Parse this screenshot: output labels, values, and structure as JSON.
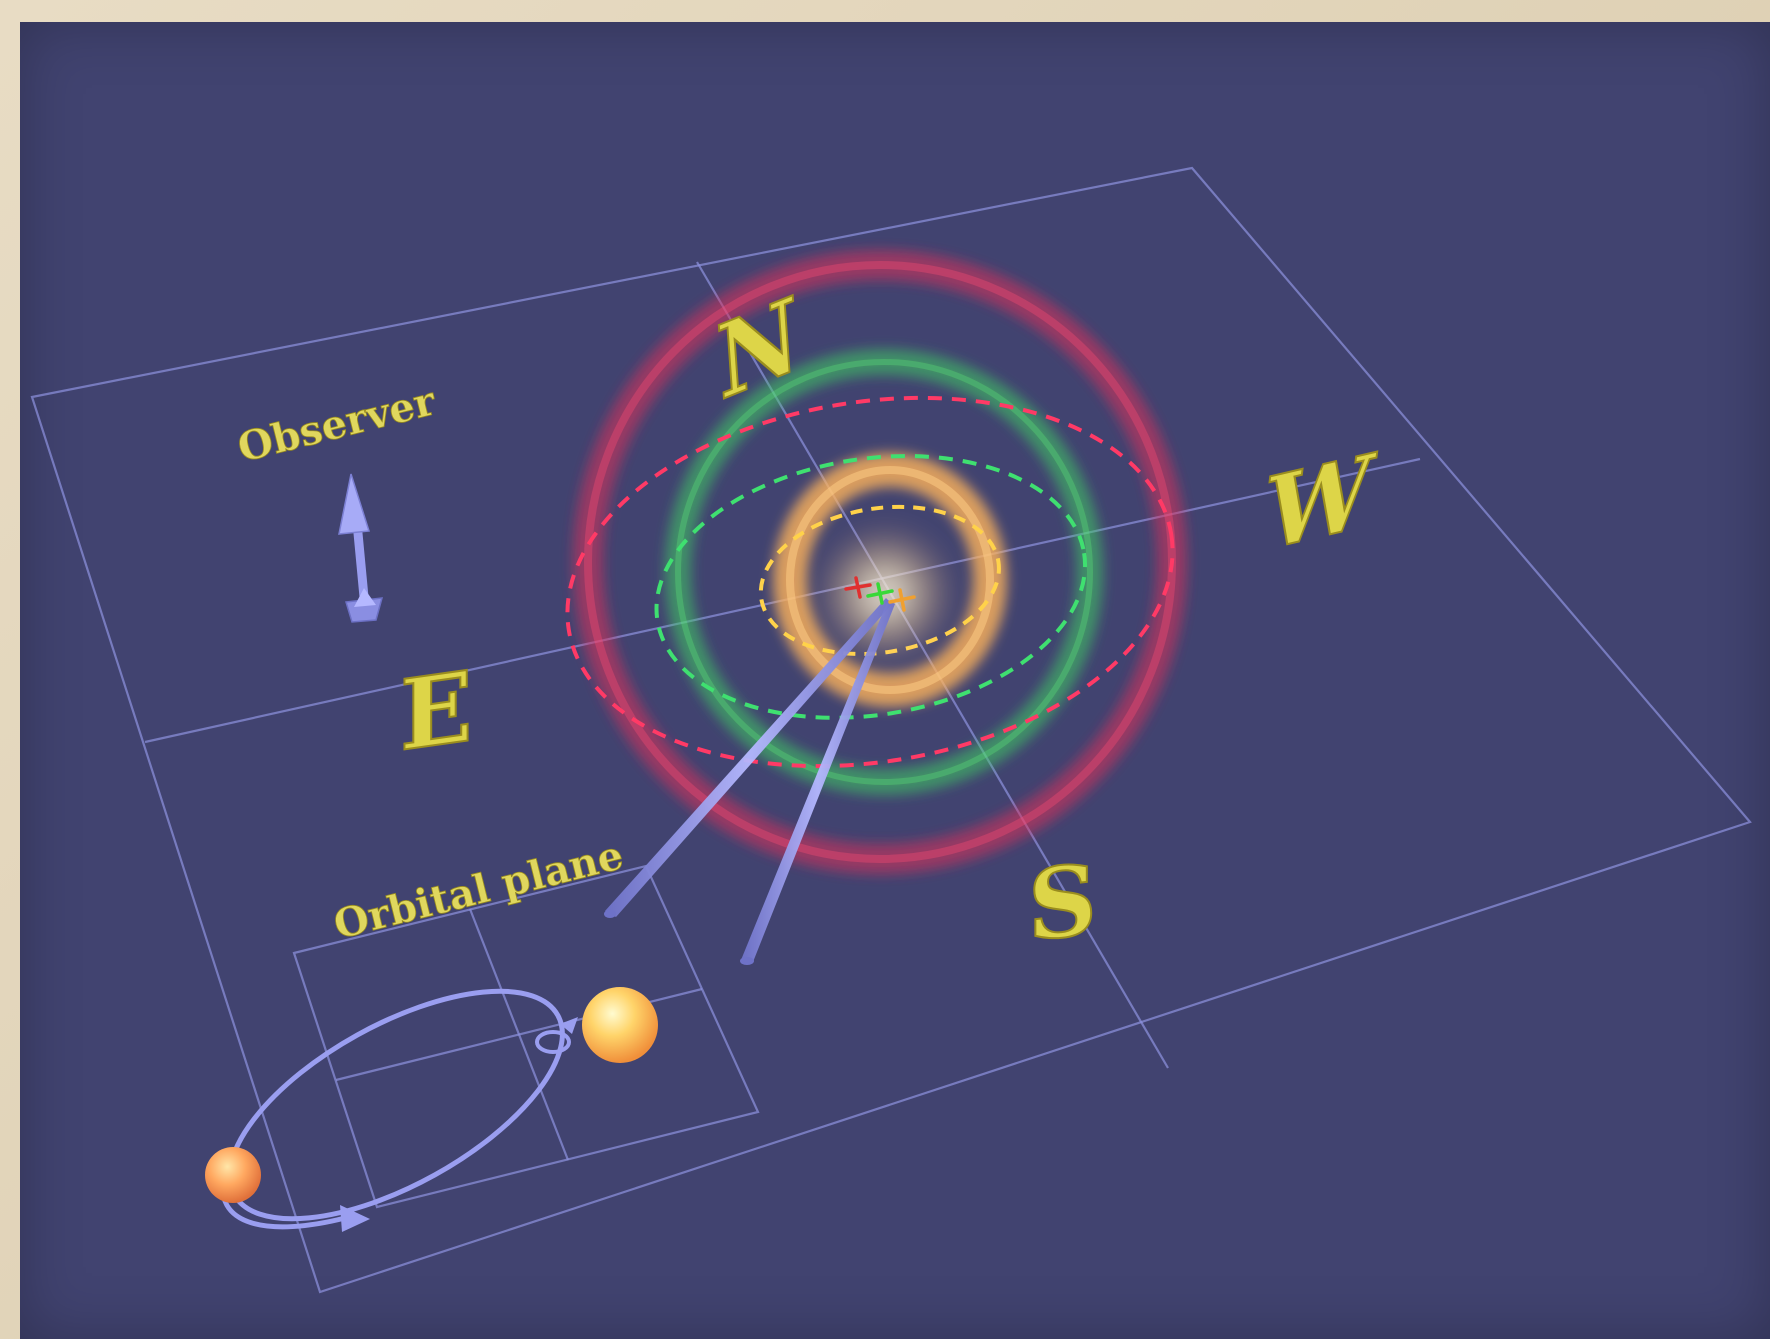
{
  "labels": {
    "north": "N",
    "south": "S",
    "east": "E",
    "west": "W",
    "observer": "Observer",
    "orbital_plane": "Orbital plane"
  },
  "colors": {
    "background": "#414370",
    "grid": "#8f93e0",
    "text": "#ddd548",
    "ring_outer": "#e0305a",
    "ring_middle": "#3fcf62",
    "ring_inner": "#ffb45a",
    "star": "#ffcc66",
    "arrow": "#9a9ef0"
  },
  "icons": {
    "observer_arrow": "double-headed-arrow-icon",
    "orbit_direction": "orbit-arrow-icon",
    "center_markers": "cross-marker-icon"
  }
}
